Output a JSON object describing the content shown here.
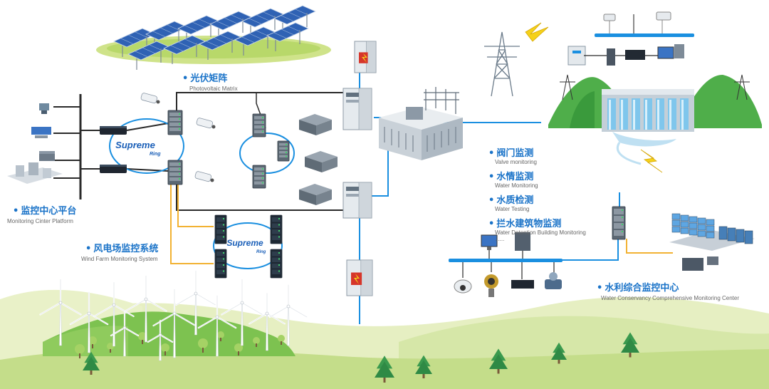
{
  "colors": {
    "link_blue": "#1a8fe0",
    "link_orange": "#f2b233",
    "link_black": "#2a2a2a",
    "label_blue": "#1a73c8",
    "hill_green": "#7dc250",
    "hill_light": "#dce9b0"
  },
  "labels": {
    "pv": {
      "zh": "光伏矩阵",
      "en": "Photovoltaic Matrix"
    },
    "monitor_center": {
      "zh": "监控中心平台",
      "en": "Monitoring Cinter Platform"
    },
    "wind": {
      "zh": "风电场监控系统",
      "en": "Wind Farm Monitoring System"
    },
    "water_items": [
      {
        "zh": "阀门监测",
        "en": "Valve monitoring"
      },
      {
        "zh": "水情监测",
        "en": "Water Monitoring"
      },
      {
        "zh": "水质检测",
        "en": "Water Testing"
      },
      {
        "zh": "拦水建筑物监测",
        "en": "Water Detention Building Monitoring"
      }
    ],
    "ellipsis": "......",
    "water_center": {
      "zh": "水利综合监控中心",
      "en": "Water Conservancy Comprehensive Monitoring Center"
    }
  },
  "rings": [
    {
      "brand": "Supreme",
      "sub": "Ring"
    },
    {
      "brand": "Supreme",
      "sub": "Ring"
    }
  ],
  "icons": {
    "switch": "industrial-switch-icon",
    "cabinet": "lightning-cabinet-icon",
    "substation": "substation-building-icon",
    "camera": "camera-icon",
    "tower": "power-tower-icon",
    "dam": "dam-icon",
    "turbine": "wind-turbine-icon",
    "tree": "tree-icon"
  }
}
